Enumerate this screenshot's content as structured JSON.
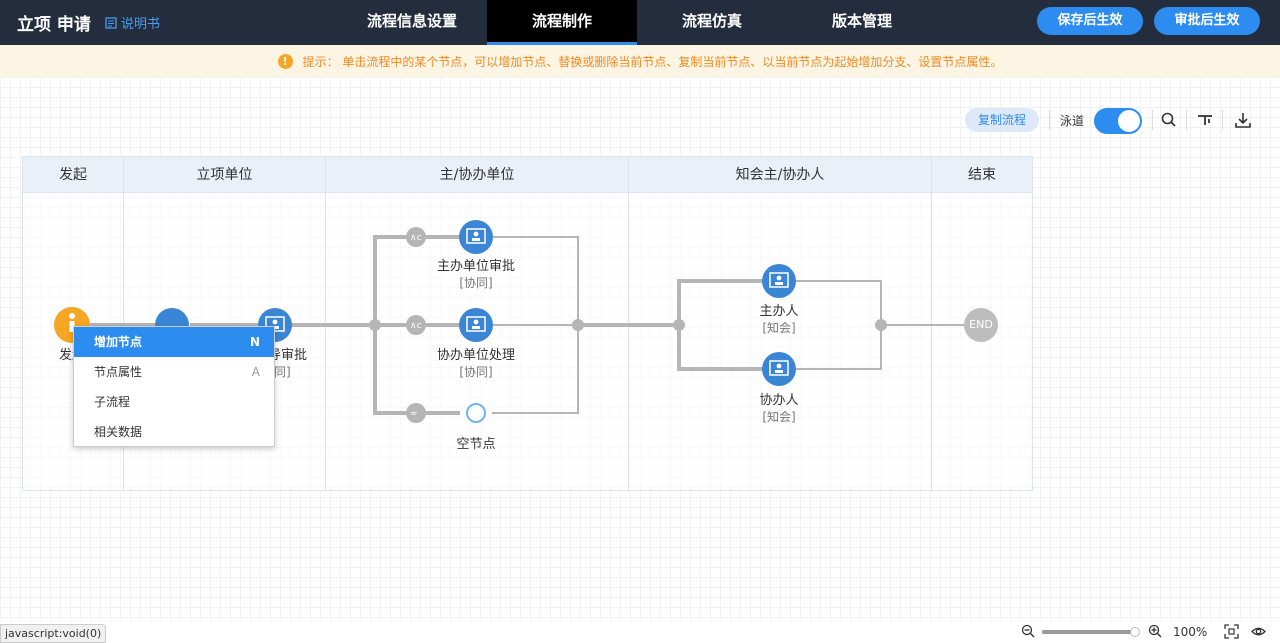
{
  "header": {
    "title": "立项 申请",
    "manual_link": "说明书",
    "tabs": [
      {
        "label": "流程信息设置",
        "active": false
      },
      {
        "label": "流程制作",
        "active": true
      },
      {
        "label": "流程仿真",
        "active": false
      },
      {
        "label": "版本管理",
        "active": false
      }
    ],
    "save_button": "保存后生效",
    "approve_button": "审批后生效"
  },
  "hint": {
    "icon": "info-icon",
    "text": "提示： 单击流程中的某个节点，可以增加节点、替换或删除当前节点、复制当前节点、以当前节点为起始增加分支、设置节点属性。"
  },
  "toolbar": {
    "copy_flow": "复制流程",
    "lane_toggle_label": "泳道",
    "lane_toggle_on": true,
    "icons": [
      "search-icon",
      "layout-icon",
      "download-icon"
    ]
  },
  "lanes": [
    {
      "title": "发起"
    },
    {
      "title": "立项单位"
    },
    {
      "title": "主/协办单位"
    },
    {
      "title": "知会主/协办人"
    },
    {
      "title": "结束"
    }
  ],
  "nodes": {
    "start_label": "发起",
    "unit_approve_label": "导审批",
    "unit_approve_sub": "同]",
    "main_unit_label": "主办单位审批",
    "main_unit_sub": "[协同]",
    "co_unit_label": "协办单位处理",
    "co_unit_sub": "[协同]",
    "empty_label": "空节点",
    "main_person_label": "主办人",
    "main_person_sub": "[知会]",
    "co_person_label": "协办人",
    "co_person_sub": "[知会]",
    "end_label": "END"
  },
  "context_menu": {
    "items": [
      {
        "label": "增加节点",
        "key": "N",
        "active": true
      },
      {
        "label": "节点属性",
        "key": "A",
        "active": false
      },
      {
        "label": "子流程",
        "key": "",
        "active": false
      },
      {
        "label": "相关数据",
        "key": "",
        "active": false
      }
    ]
  },
  "status_bar": {
    "text": "javascript:void(0)",
    "zoom": "100%",
    "zoom_level": 1.0
  },
  "colors": {
    "header_bg": "#232d3e",
    "accent": "#2d8cf0",
    "node_blue": "#3a86d4",
    "start_orange": "#f5a623",
    "end_gray": "#bdbdbd",
    "hint_bg": "#fdf5e4"
  }
}
